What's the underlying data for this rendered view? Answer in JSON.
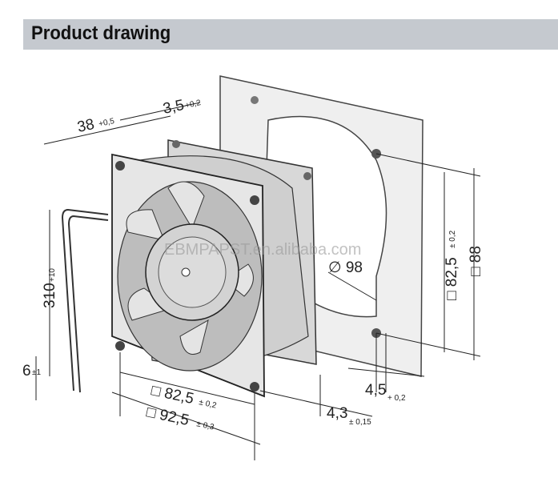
{
  "header": {
    "title": "Product drawing"
  },
  "watermark": "EBMPAPST.en.alibaba.com",
  "dimensions": {
    "depth": "38",
    "depth_tol": "+0,5",
    "flange": "3,5",
    "flange_tol": "+0,2",
    "cable_len": "310",
    "cable_len_tol": "+10",
    "strip": "6",
    "strip_tol": "±1",
    "hole_dia": "∅ 98",
    "hole_spacing_v": "□ 82,5",
    "hole_spacing_v_tol": "± 0,2",
    "panel_v": "□ 88",
    "hole_spacing_h": "□ 82,5",
    "hole_spacing_h_tol": "± 0,2",
    "frame": "□ 92,5",
    "frame_tol": "± 0,3",
    "mount_hole": "4,3",
    "mount_hole_tol": "± 0,15",
    "panel_hole": "4,5",
    "panel_hole_tol": "+ 0,2"
  },
  "colors": {
    "header_bg": "#c5c9cf",
    "line": "#222222",
    "panel": "#eeeeee",
    "fan_body": "#d9d9d9"
  }
}
